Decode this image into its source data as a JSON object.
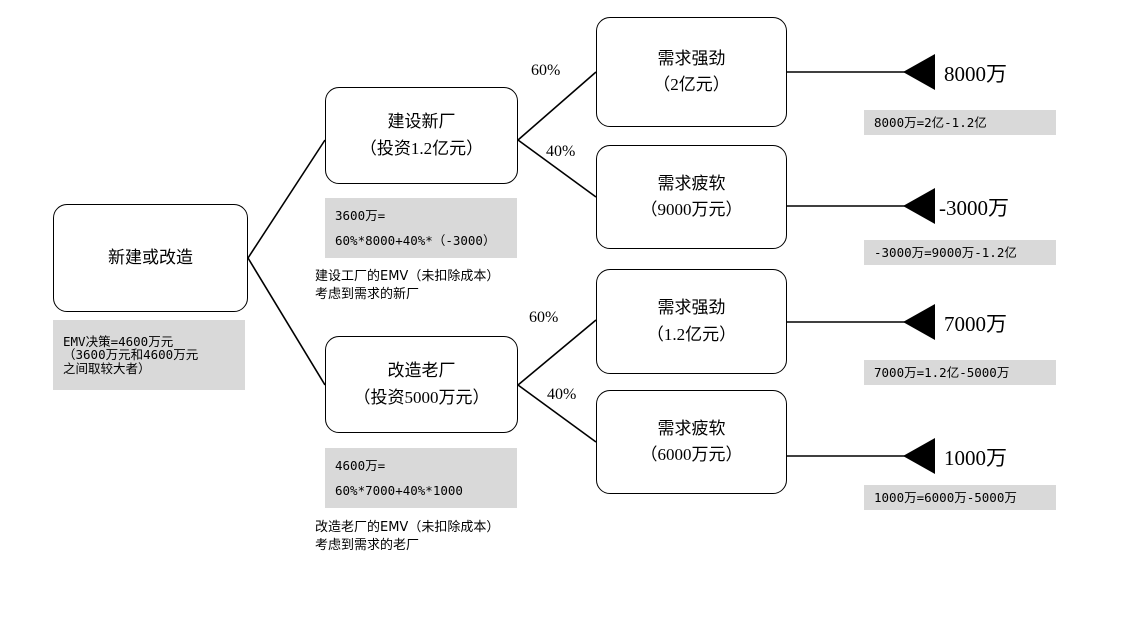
{
  "diagram": {
    "title": "decision-tree",
    "colors": {
      "node_border": "#000000",
      "node_fill": "#ffffff",
      "annotation_fill": "#d9d9d9",
      "edge": "#000000",
      "text": "#000000"
    },
    "root": {
      "line1": "新建或改造"
    },
    "root_annotation": {
      "line1": "EMV决策=4600万元",
      "line2": "（3600万元和4600万元",
      "line3": "之间取较大者）"
    },
    "decisions": [
      {
        "id": "new-plant",
        "line1": "建设新厂",
        "line2": "（投资1.2亿元）",
        "emv_box": {
          "line1": "3600万=",
          "line2": "60%*8000+40%*（-3000）"
        },
        "caption_line1": "建设工厂的EMV（未扣除成本）",
        "caption_line2": "考虑到需求的新厂"
      },
      {
        "id": "upgrade-plant",
        "line1": "改造老厂",
        "line2": "（投资5000万元）",
        "emv_box": {
          "line1": "4600万=",
          "line2": "60%*7000+40%*1000"
        },
        "caption_line1": "改造老厂的EMV（未扣除成本）",
        "caption_line2": "考虑到需求的老厂"
      }
    ],
    "outcomes": [
      {
        "id": "new-strong",
        "probability": "60%",
        "line1": "需求强劲",
        "line2": "（2亿元）",
        "payoff": "8000万",
        "formula": "8000万=2亿-1.2亿"
      },
      {
        "id": "new-weak",
        "probability": "40%",
        "line1": "需求疲软",
        "line2": "（9000万元）",
        "payoff": "-3000万",
        "formula": "-3000万=9000万-1.2亿"
      },
      {
        "id": "upgrade-strong",
        "probability": "60%",
        "line1": "需求强劲",
        "line2": "（1.2亿元）",
        "payoff": "7000万",
        "formula": "7000万=1.2亿-5000万"
      },
      {
        "id": "upgrade-weak",
        "probability": "40%",
        "line1": "需求疲软",
        "line2": "（6000万元）",
        "payoff": "1000万",
        "formula": "1000万=6000万-5000万"
      }
    ]
  }
}
